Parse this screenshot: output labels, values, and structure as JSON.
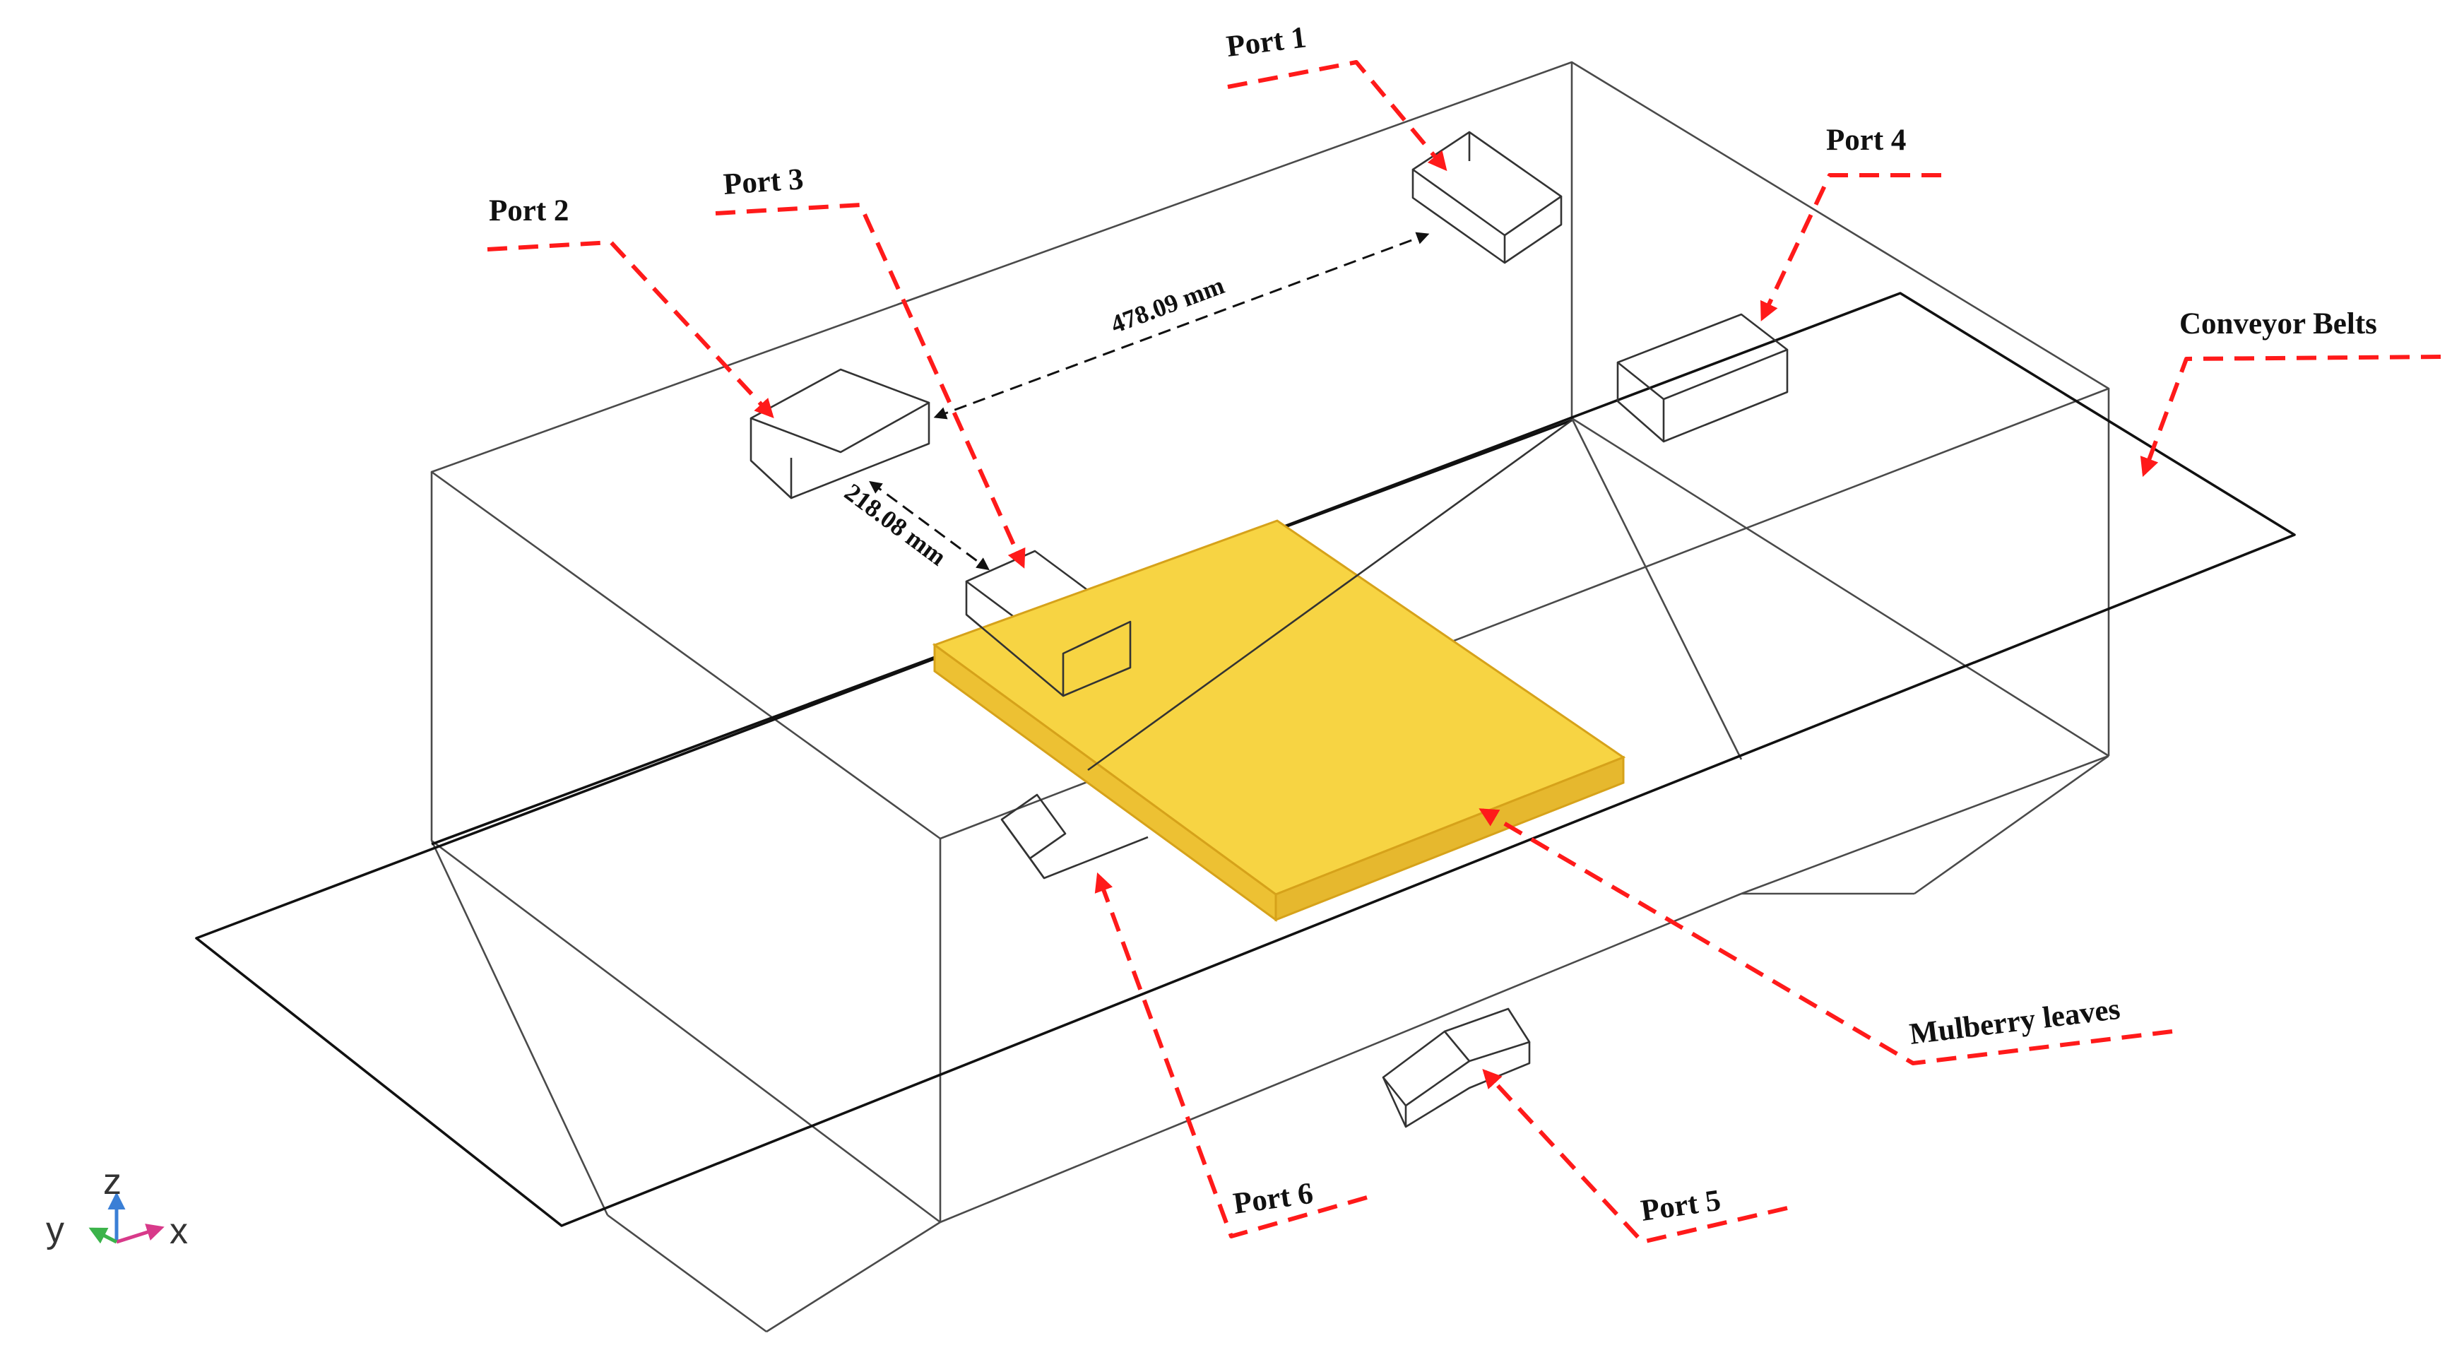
{
  "labels": {
    "port1": "Port 1",
    "port2": "Port 2",
    "port3": "Port 3",
    "port4": "Port 4",
    "port5": "Port 5",
    "port6": "Port 6",
    "conveyor": "Conveyor Belts",
    "leaves": "Mulberry leaves"
  },
  "dimensions": {
    "port2_to_port1": "478.09 mm",
    "port2_to_port3": "218.08 mm"
  },
  "axes": {
    "y": "y",
    "z": "z",
    "x": "x"
  },
  "colors": {
    "leader": "#ff1a1a",
    "leaves_fill": "#f7d443",
    "leaves_stroke": "#d6a21a",
    "axis_x": "#d83a8a",
    "axis_y": "#3bb34a",
    "axis_z": "#3a7fd6"
  }
}
